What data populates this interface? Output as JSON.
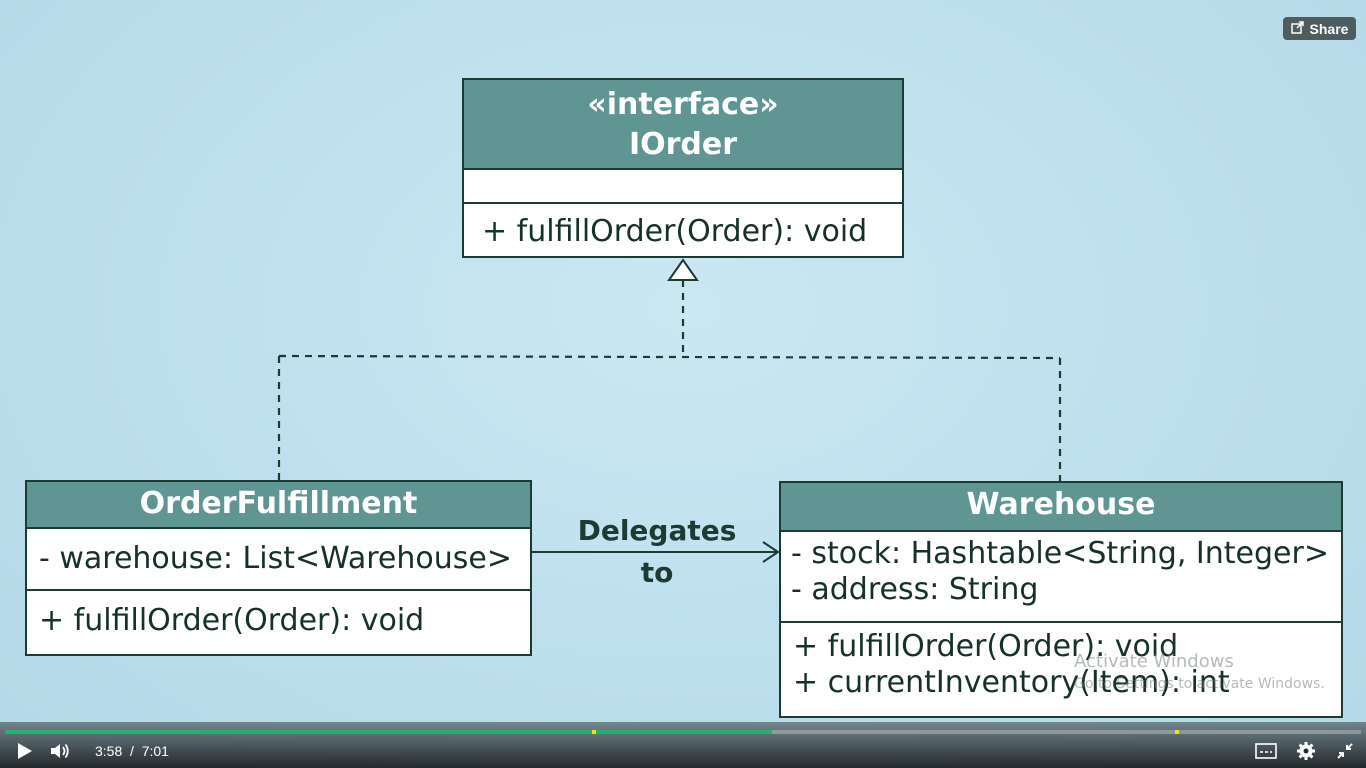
{
  "share": {
    "label": "Share",
    "icon": "share-icon"
  },
  "diagram": {
    "interface": {
      "stereotype": "«interface»",
      "name": "IOrder",
      "methods": [
        "+ fulfillOrder(Order): void"
      ]
    },
    "order_fulfillment": {
      "name": "OrderFulfillment",
      "attributes": [
        "- warehouse: List<Warehouse>"
      ],
      "methods": [
        "+ fulfillOrder(Order): void"
      ]
    },
    "warehouse": {
      "name": "Warehouse",
      "attributes": [
        "- stock: Hashtable<String, Integer>",
        "- address: String"
      ],
      "methods": [
        "+ fulfillOrder(Order): void",
        "+ currentInventory(Item): int"
      ]
    },
    "association": {
      "line1": "Delegates",
      "line2": "to"
    }
  },
  "watermark": {
    "title": "Activate Windows",
    "subtitle": "Go to Settings to activate Windows."
  },
  "player": {
    "current_time": "3:58",
    "separator": "/",
    "duration": "7:01",
    "progress_fraction": 0.566,
    "buffered_fraction": 0.566,
    "chapter_marker_fractions": [
      0.433,
      0.863
    ],
    "colors": {
      "progress": "#23b26d",
      "marker": "#f2e600"
    },
    "icons": [
      "play-icon",
      "volume-icon",
      "captions-icon",
      "settings-icon",
      "exit-fullscreen-icon"
    ]
  }
}
